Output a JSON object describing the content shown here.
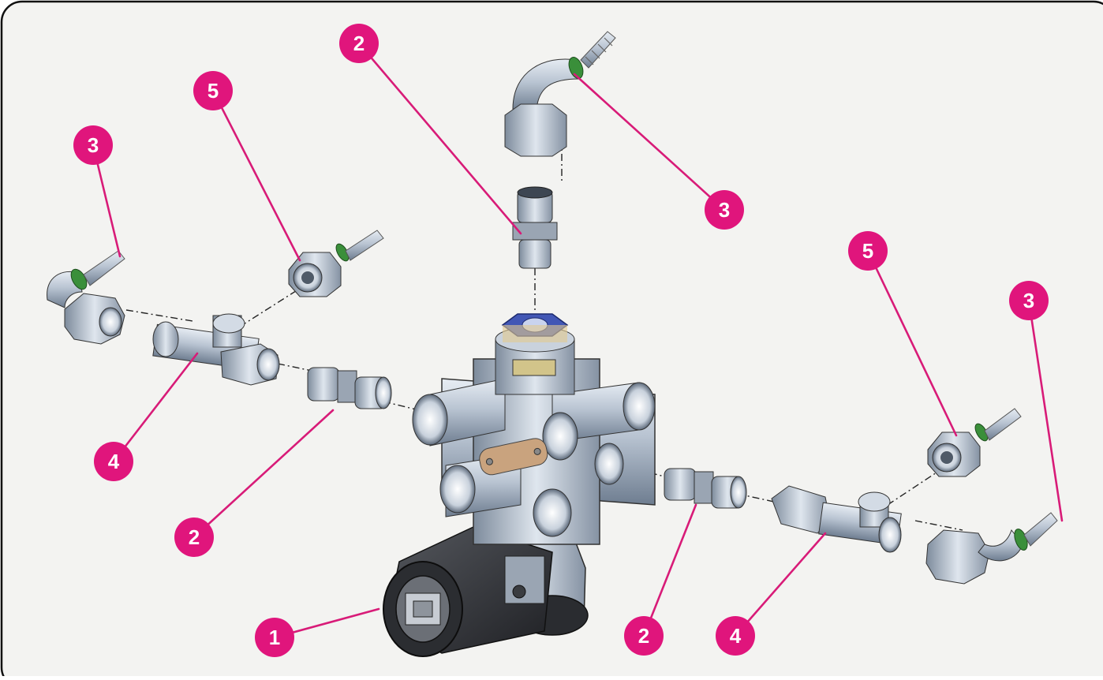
{
  "diagram": {
    "kind": "exploded-assembly",
    "colors": {
      "callout": "#e0157c",
      "callout_line": "#d81b78",
      "metal": "#b9c4d2",
      "metal_dark": "#6e7d90",
      "dark_part": "#2f3135",
      "seal": "#3a8f3a",
      "nut_top": "#4257b5",
      "plate": "#c9a37e",
      "background": "#f3f3f1"
    },
    "callouts": [
      {
        "id": "c1",
        "number": "1"
      },
      {
        "id": "c2a",
        "number": "2"
      },
      {
        "id": "c2b",
        "number": "2"
      },
      {
        "id": "c2c",
        "number": "2"
      },
      {
        "id": "c3a",
        "number": "3"
      },
      {
        "id": "c3b",
        "number": "3"
      },
      {
        "id": "c3c",
        "number": "3"
      },
      {
        "id": "c4a",
        "number": "4"
      },
      {
        "id": "c4b",
        "number": "4"
      },
      {
        "id": "c5a",
        "number": "5"
      },
      {
        "id": "c5b",
        "number": "5"
      }
    ]
  }
}
